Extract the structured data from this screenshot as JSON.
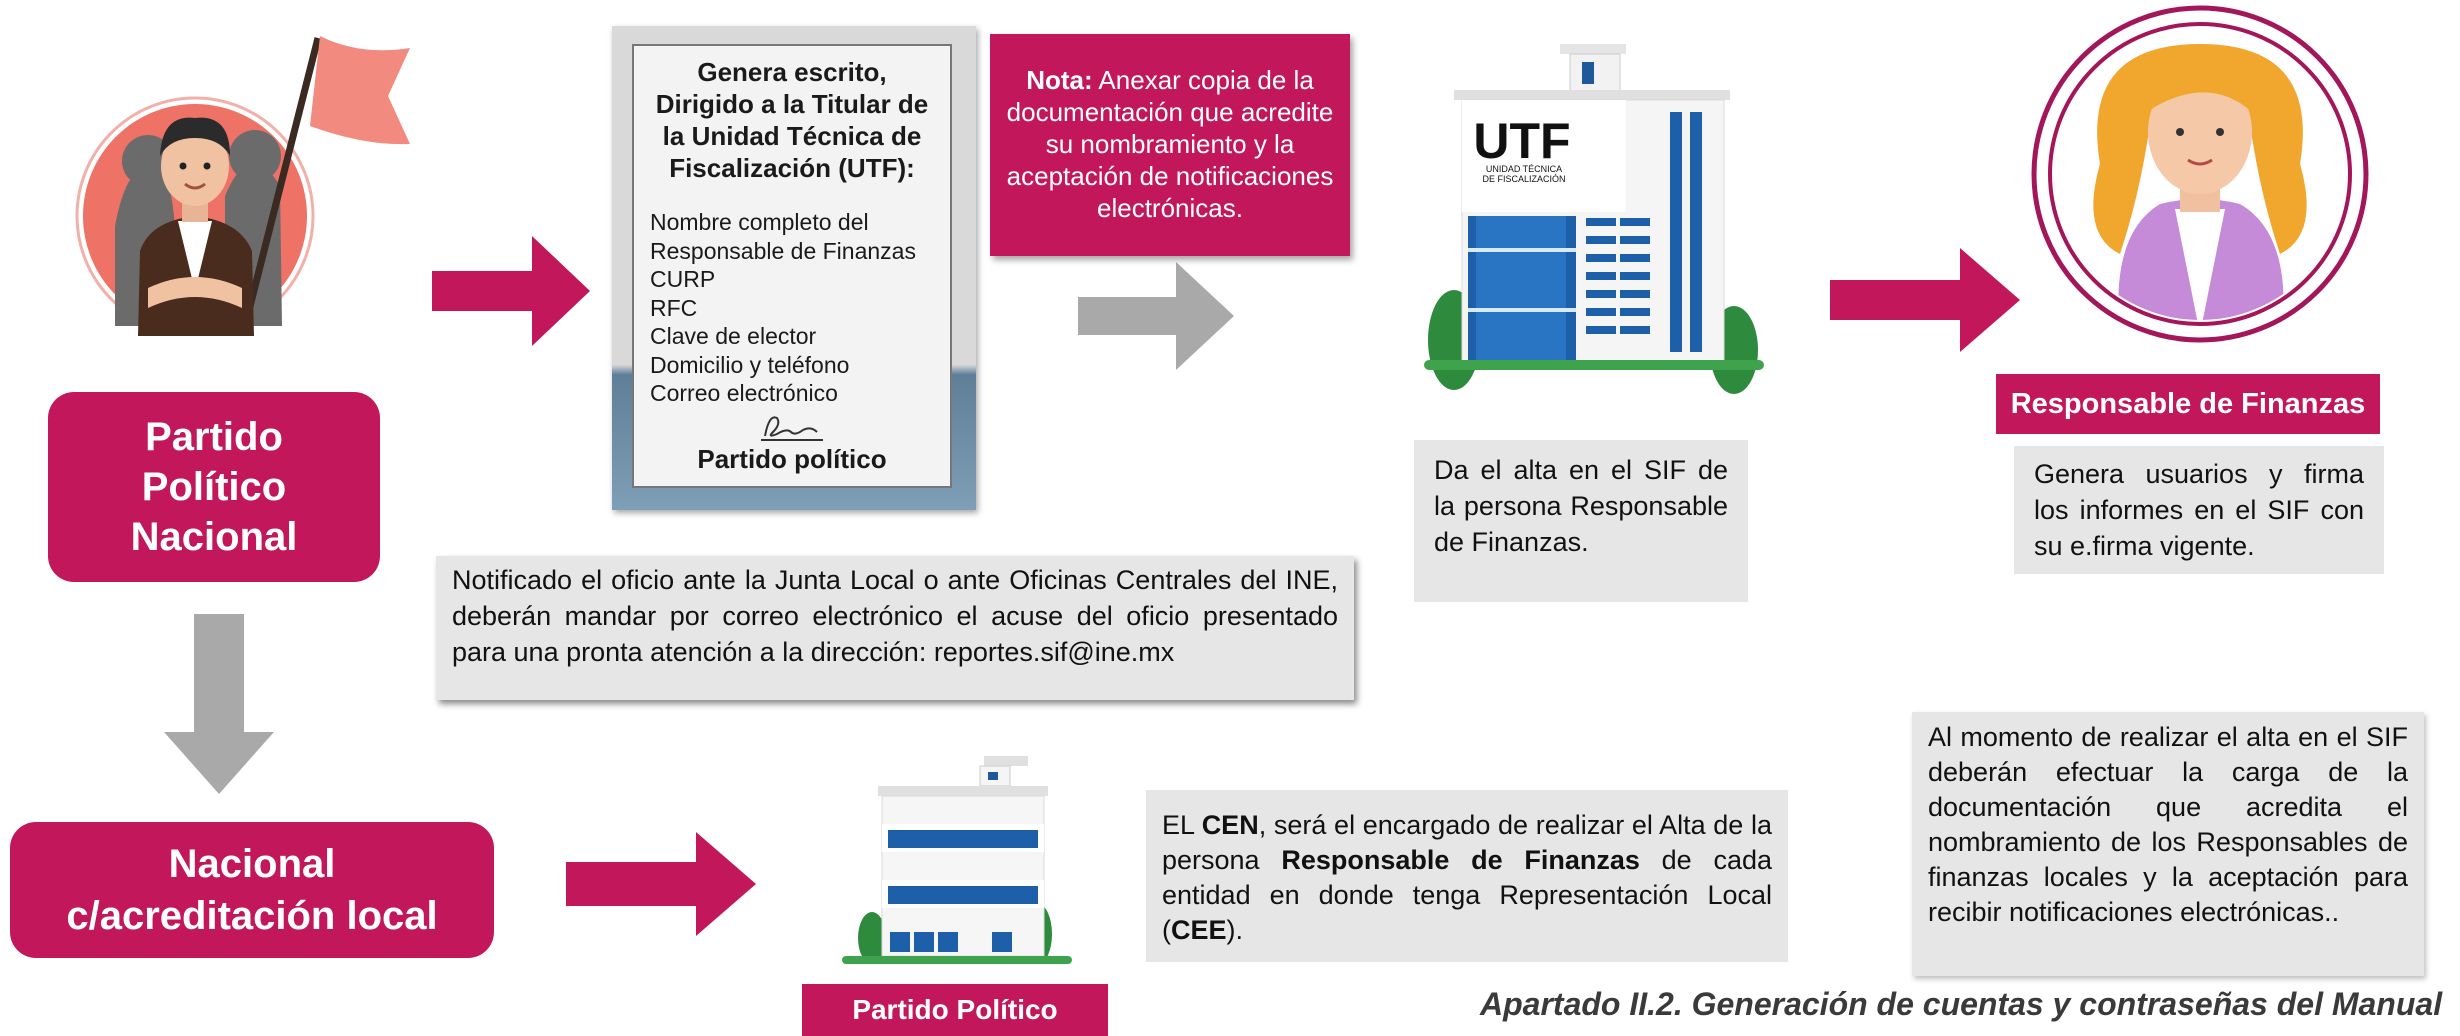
{
  "colors": {
    "magenta": "#c2185b",
    "gray_box": "#e6e6e6",
    "gray_arrow": "#a9a9a9"
  },
  "partido_box": {
    "lines": [
      "Partido",
      "Político",
      "Nacional"
    ]
  },
  "nacional_box": {
    "lines": [
      "Nacional",
      "c/acreditación local"
    ]
  },
  "document": {
    "title_lines": [
      "Genera escrito,",
      "Dirigido a la Titular de",
      "la Unidad Técnica de",
      "Fiscalización (UTF):"
    ],
    "items": [
      "Nombre completo del",
      "Responsable de Finanzas",
      "CURP",
      "RFC",
      "Clave de elector",
      "Domicilio y  teléfono",
      "Correo electrónico"
    ],
    "signature_icon": "signature-scribble",
    "party": "Partido político"
  },
  "note": {
    "label": "Nota:",
    "text": " Anexar copia de la documentación que acredite su nombramiento y la aceptación de notificaciones electrónicas."
  },
  "notification": {
    "text": "Notificado el oficio ante la Junta Local o ante Oficinas Centrales del INE, deberán mandar por correo electrónico el acuse del oficio presentado para una pronta atención a la dirección: reportes.sif@ine.mx"
  },
  "building_utf": {
    "logo": "UTF",
    "logo_sub_1": "UNIDAD TÉCNICA",
    "logo_sub_2": "DE FISCALIZACIÓN"
  },
  "sif": {
    "text": "Da el alta en el SIF de la persona Responsable de Finanzas."
  },
  "responsable": {
    "label": "Responsable de Finanzas",
    "text": "Genera usuarios y firma los informes en el SIF con su e.firma vigente."
  },
  "cen": {
    "p1": "EL ",
    "b1": "CEN",
    "p2": ", será el encargado de realizar el Alta de la persona ",
    "b2": "Responsable de Finanzas",
    "p3": " de cada entidad en donde tenga Representación Local (",
    "b3": "CEE",
    "p4": ")."
  },
  "momento": {
    "text": "Al momento de realizar el alta en el SIF deberán efectuar la carga de la documentación que acredita el nombramiento de los Responsables de finanzas locales y la aceptación para recibir notificaciones electrónicas.."
  },
  "partido_politico_label": "Partido Político",
  "caption": "Apartado II.2. Generación de cuentas y contraseñas del Manual"
}
